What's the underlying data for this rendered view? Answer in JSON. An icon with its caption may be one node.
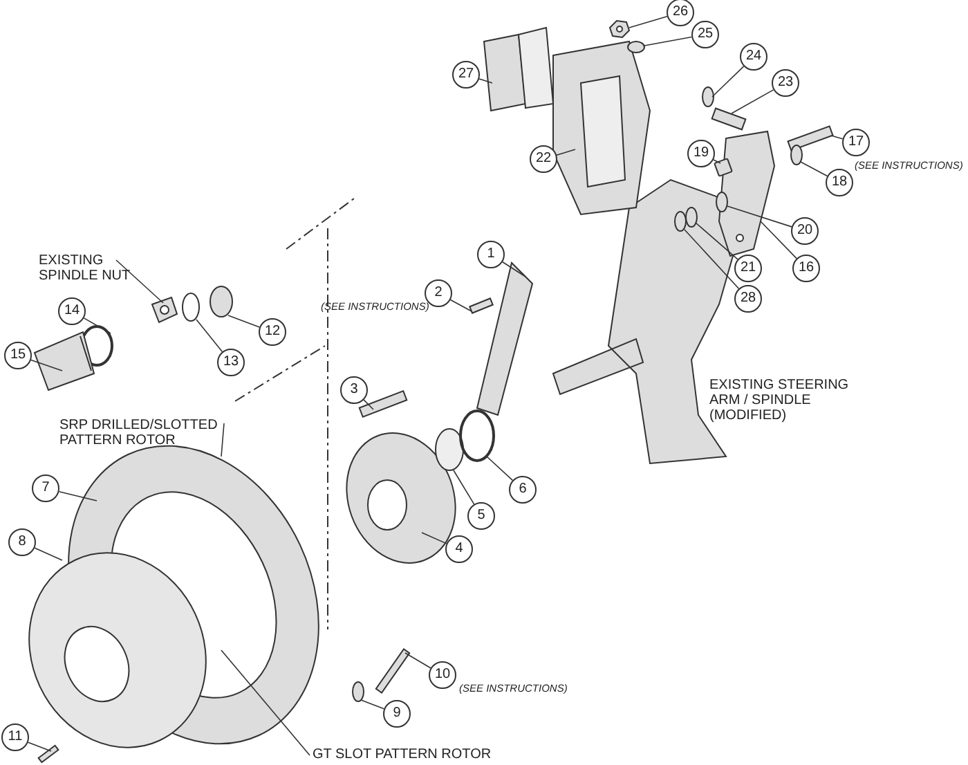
{
  "diagram": {
    "nodes": [
      {
        "text": [
          "1"
        ]
      },
      {
        "text": [
          "2"
        ]
      },
      {
        "text": [
          "3"
        ]
      },
      {
        "text": [
          "4"
        ]
      },
      {
        "text": [
          "5"
        ]
      },
      {
        "text": [
          "6"
        ]
      },
      {
        "text": [
          "7"
        ]
      },
      {
        "text": [
          "8"
        ]
      },
      {
        "text": [
          "9"
        ]
      },
      {
        "text": [
          "10"
        ]
      },
      {
        "text": [
          "11"
        ]
      },
      {
        "text": [
          "12"
        ]
      },
      {
        "text": [
          "13"
        ]
      },
      {
        "text": [
          "14"
        ]
      },
      {
        "text": [
          "15"
        ]
      },
      {
        "text": [
          "16"
        ]
      },
      {
        "text": [
          "17"
        ]
      },
      {
        "text": [
          "18"
        ]
      },
      {
        "text": [
          "19"
        ]
      },
      {
        "text": [
          "20"
        ]
      },
      {
        "text": [
          "21"
        ]
      },
      {
        "text": [
          "22"
        ]
      },
      {
        "text": [
          "23"
        ]
      },
      {
        "text": [
          "24"
        ]
      },
      {
        "text": [
          "25"
        ]
      },
      {
        "text": [
          "26"
        ]
      },
      {
        "text": [
          "27"
        ]
      },
      {
        "text": [
          "28"
        ]
      },
      {
        "text": [
          "EXISTING SPINDLE NUT"
        ]
      },
      {
        "text": [
          "SRP DRILLED/SLOTTED PATTERN ROTOR"
        ]
      },
      {
        "text": [
          "GT SLOT PATTERN ROTOR"
        ]
      },
      {
        "text": [],
        "shape": "picture"
      },
      {
        "text": [],
        "shape": "picture"
      },
      {
        "text": [],
        "shape": "picture"
      },
      {
        "text": [],
        "shape": "circle"
      },
      {
        "text": [],
        "shape": "circle"
      },
      {
        "text": [],
        "shape": "bar"
      },
      {
        "text": [],
        "shape": "picture"
      },
      {
        "text": [],
        "shape": "bar"
      },
      {
        "text": [],
        "shape": "bar"
      },
      {
        "text": [],
        "shape": "circle"
      },
      {
        "text": [],
        "shape": "bar"
      },
      {
        "text": [],
        "shape": "circle"
      },
      {
        "text": [],
        "shape": "circle"
      },
      {
        "text": [],
        "shape": "circle"
      },
      {
        "text": [],
        "shape": "picture"
      },
      {
        "text": [],
        "shape": "picture"
      },
      {
        "text": [],
        "shape": "bar"
      },
      {
        "text": [],
        "shape": "circle"
      },
      {
        "text": [],
        "shape": "box"
      },
      {
        "text": [],
        "shape": "circle"
      },
      {
        "text": [],
        "shape": "circle"
      },
      {
        "text": [],
        "shape": "picture"
      },
      {
        "text": [],
        "shape": "bar"
      },
      {
        "text": [],
        "shape": "circle"
      },
      {
        "text": [],
        "shape": "circle"
      },
      {
        "text": [],
        "shape": "picture"
      },
      {
        "text": [],
        "shape": "picture"
      },
      {
        "text": [],
        "shape": "circle"
      },
      {
        "text": [],
        "shape": "picture"
      }
    ],
    "edges": [
      {
        "from": 0,
        "to": 37,
        "arrow": "none"
      },
      {
        "from": 1,
        "to": 38,
        "arrow": "none"
      },
      {
        "from": 2,
        "to": 36,
        "arrow": "none"
      },
      {
        "from": 3,
        "to": 33,
        "arrow": "none"
      },
      {
        "from": 4,
        "to": 34,
        "arrow": "none"
      },
      {
        "from": 5,
        "to": 35,
        "arrow": "none"
      },
      {
        "from": 6,
        "to": 31,
        "arrow": "none"
      },
      {
        "from": 7,
        "to": 32,
        "arrow": "none"
      },
      {
        "from": 8,
        "to": 40,
        "arrow": "none"
      },
      {
        "from": 9,
        "to": 39,
        "arrow": "none"
      },
      {
        "from": 10,
        "to": 41,
        "arrow": "none"
      },
      {
        "from": 11,
        "to": 42,
        "arrow": "none"
      },
      {
        "from": 12,
        "to": 43,
        "arrow": "none"
      },
      {
        "from": 13,
        "to": 44,
        "arrow": "none"
      },
      {
        "from": 14,
        "to": 45,
        "arrow": "none"
      },
      {
        "from": 15,
        "to": 46,
        "arrow": "none"
      },
      {
        "from": 16,
        "to": 47,
        "arrow": "none"
      },
      {
        "from": 17,
        "to": 48,
        "arrow": "none"
      },
      {
        "from": 18,
        "to": 49,
        "arrow": "none"
      },
      {
        "from": 19,
        "to": 50,
        "arrow": "none"
      },
      {
        "from": 20,
        "to": 51,
        "arrow": "none"
      },
      {
        "from": 21,
        "to": 52,
        "arrow": "none"
      },
      {
        "from": 22,
        "to": 53,
        "arrow": "none"
      },
      {
        "from": 23,
        "to": 54,
        "arrow": "none"
      },
      {
        "from": 24,
        "to": 55,
        "arrow": "none"
      },
      {
        "from": 25,
        "to": 56,
        "arrow": "none"
      },
      {
        "from": 26,
        "to": 57,
        "arrow": "none"
      },
      {
        "from": 27,
        "to": 58,
        "arrow": "none"
      },
      {
        "from": 28,
        "to": 59,
        "arrow": "none"
      },
      {
        "from": 29,
        "to": 31,
        "arrow": "none"
      },
      {
        "from": 30,
        "to": 31,
        "arrow": "none"
      }
    ],
    "labels": [
      "(SEE INSTRUCTIONS)",
      "(SEE INSTRUCTIONS)",
      "EXISTING STEERING ARM / SPINDLE (MODIFIED)",
      "(SEE INSTRUCTIONS)"
    ]
  }
}
